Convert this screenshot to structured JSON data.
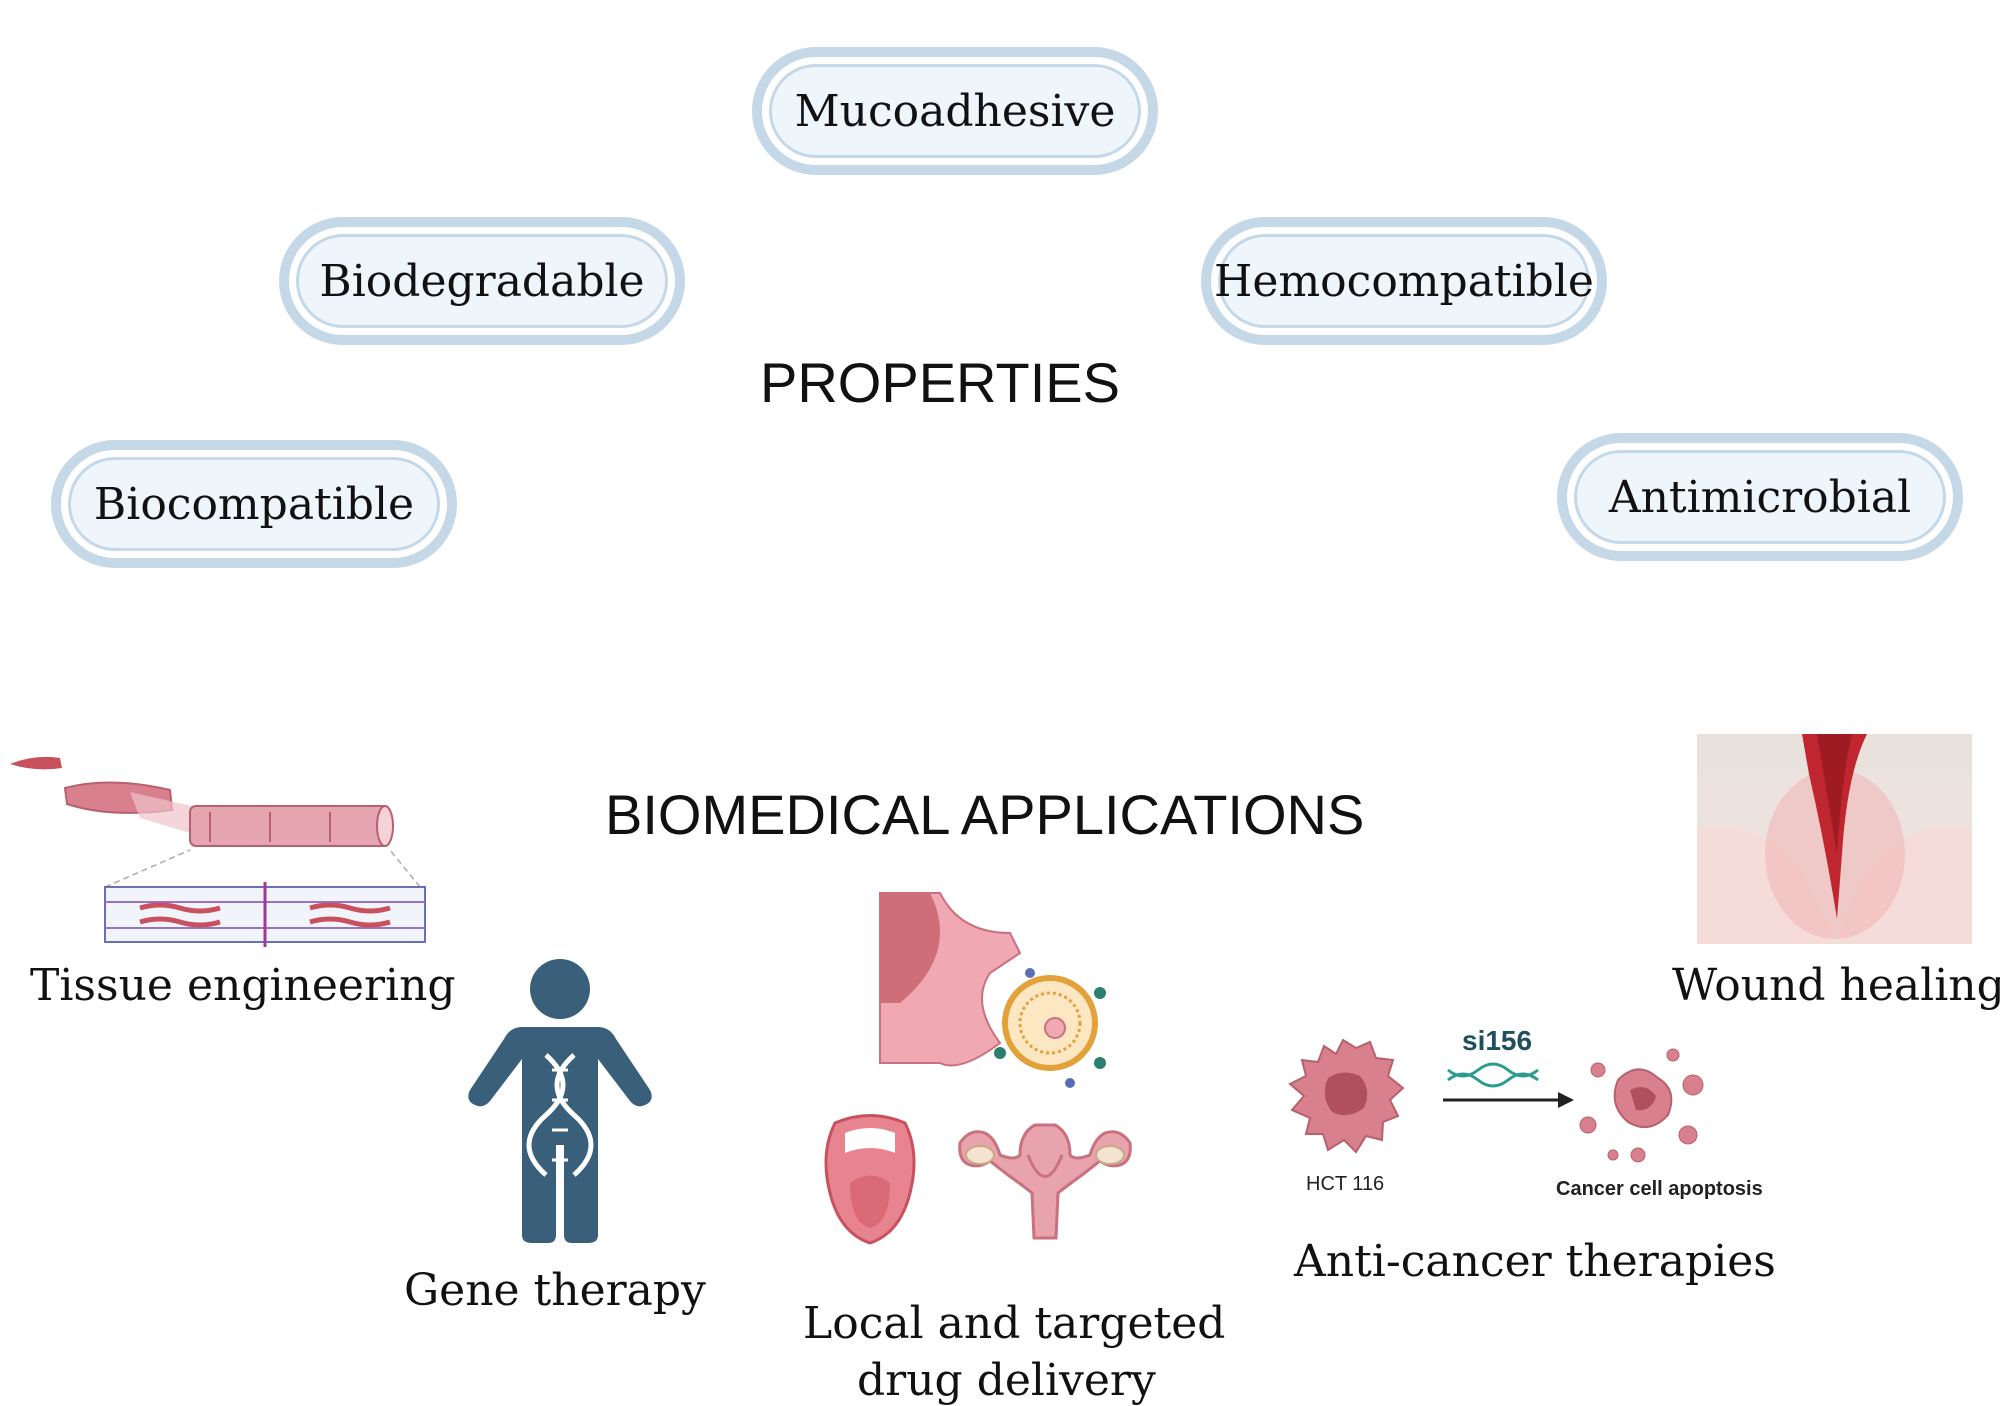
{
  "properties": {
    "heading": "PROPERTIES",
    "items": [
      "Mucoadhesive",
      "Biodegradable",
      "Hemocompatible",
      "Biocompatible",
      "Antimicrobial"
    ]
  },
  "applications": {
    "heading": "BIOMEDICAL APPLICATIONS",
    "tissue": "Tissue engineering",
    "gene": "Gene therapy",
    "drug_line1": "Local and targeted",
    "drug_line2": "drug delivery",
    "anticancer": "Anti-cancer therapies",
    "wound": "Wound healing",
    "hct": "HCT 116",
    "si": "si156",
    "apoptosis": "Cancer cell apoptosis"
  },
  "colors": {
    "pill_border": "#c5d8e8",
    "pill_fill": "#eef5fb",
    "figure": "#3a5f7a",
    "tissue_pink": "#d9808f",
    "wound_red": "#c0262f"
  }
}
